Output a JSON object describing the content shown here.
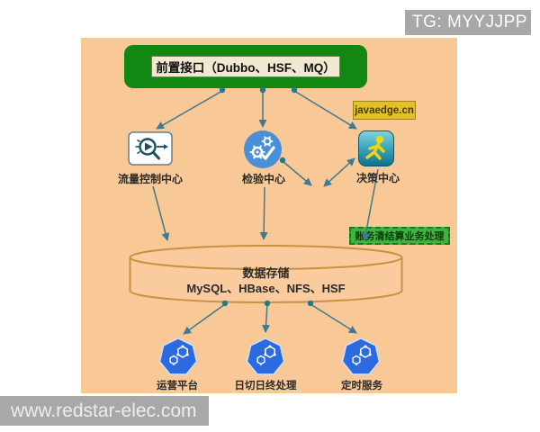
{
  "banner": {
    "tg_label": "TG: MYYJJPP"
  },
  "watermark": {
    "site_label": "www.redstar-elec.com"
  },
  "diagram": {
    "front_interface_label": "前置接口（Dubbo、HSF、MQ）",
    "javaedge_label": "javaedge.cn",
    "centers": [
      {
        "id": "traffic-control-center",
        "label": "流量控制中心"
      },
      {
        "id": "inspection-center",
        "label": "检验中心"
      },
      {
        "id": "decision-center",
        "label": "决策中心"
      }
    ],
    "settlement_label": "账务清结算业务处理",
    "storage": {
      "title": "数据存储",
      "stack": "MySQL、HBase、NFS、HSF"
    },
    "services": [
      {
        "id": "operation-platform",
        "label": "运营平台"
      },
      {
        "id": "day-end-processing",
        "label": "日切日终处理"
      },
      {
        "id": "scheduled-service",
        "label": "定时服务"
      }
    ],
    "colors": {
      "panel_bg": "#f9c897",
      "front_interface_green": "#128712",
      "javaedge_yellow": "#e3c126",
      "settlement_green": "#3eb43e",
      "arrow_teal": "#3e7a92",
      "connector_dot_teal": "#1d7b8c",
      "storage_border_orange": "#c8913f",
      "service_blue": "#2c6ae0",
      "inspection_blue": "#4a90d8",
      "banner_grey": "#a8a8a8"
    }
  }
}
